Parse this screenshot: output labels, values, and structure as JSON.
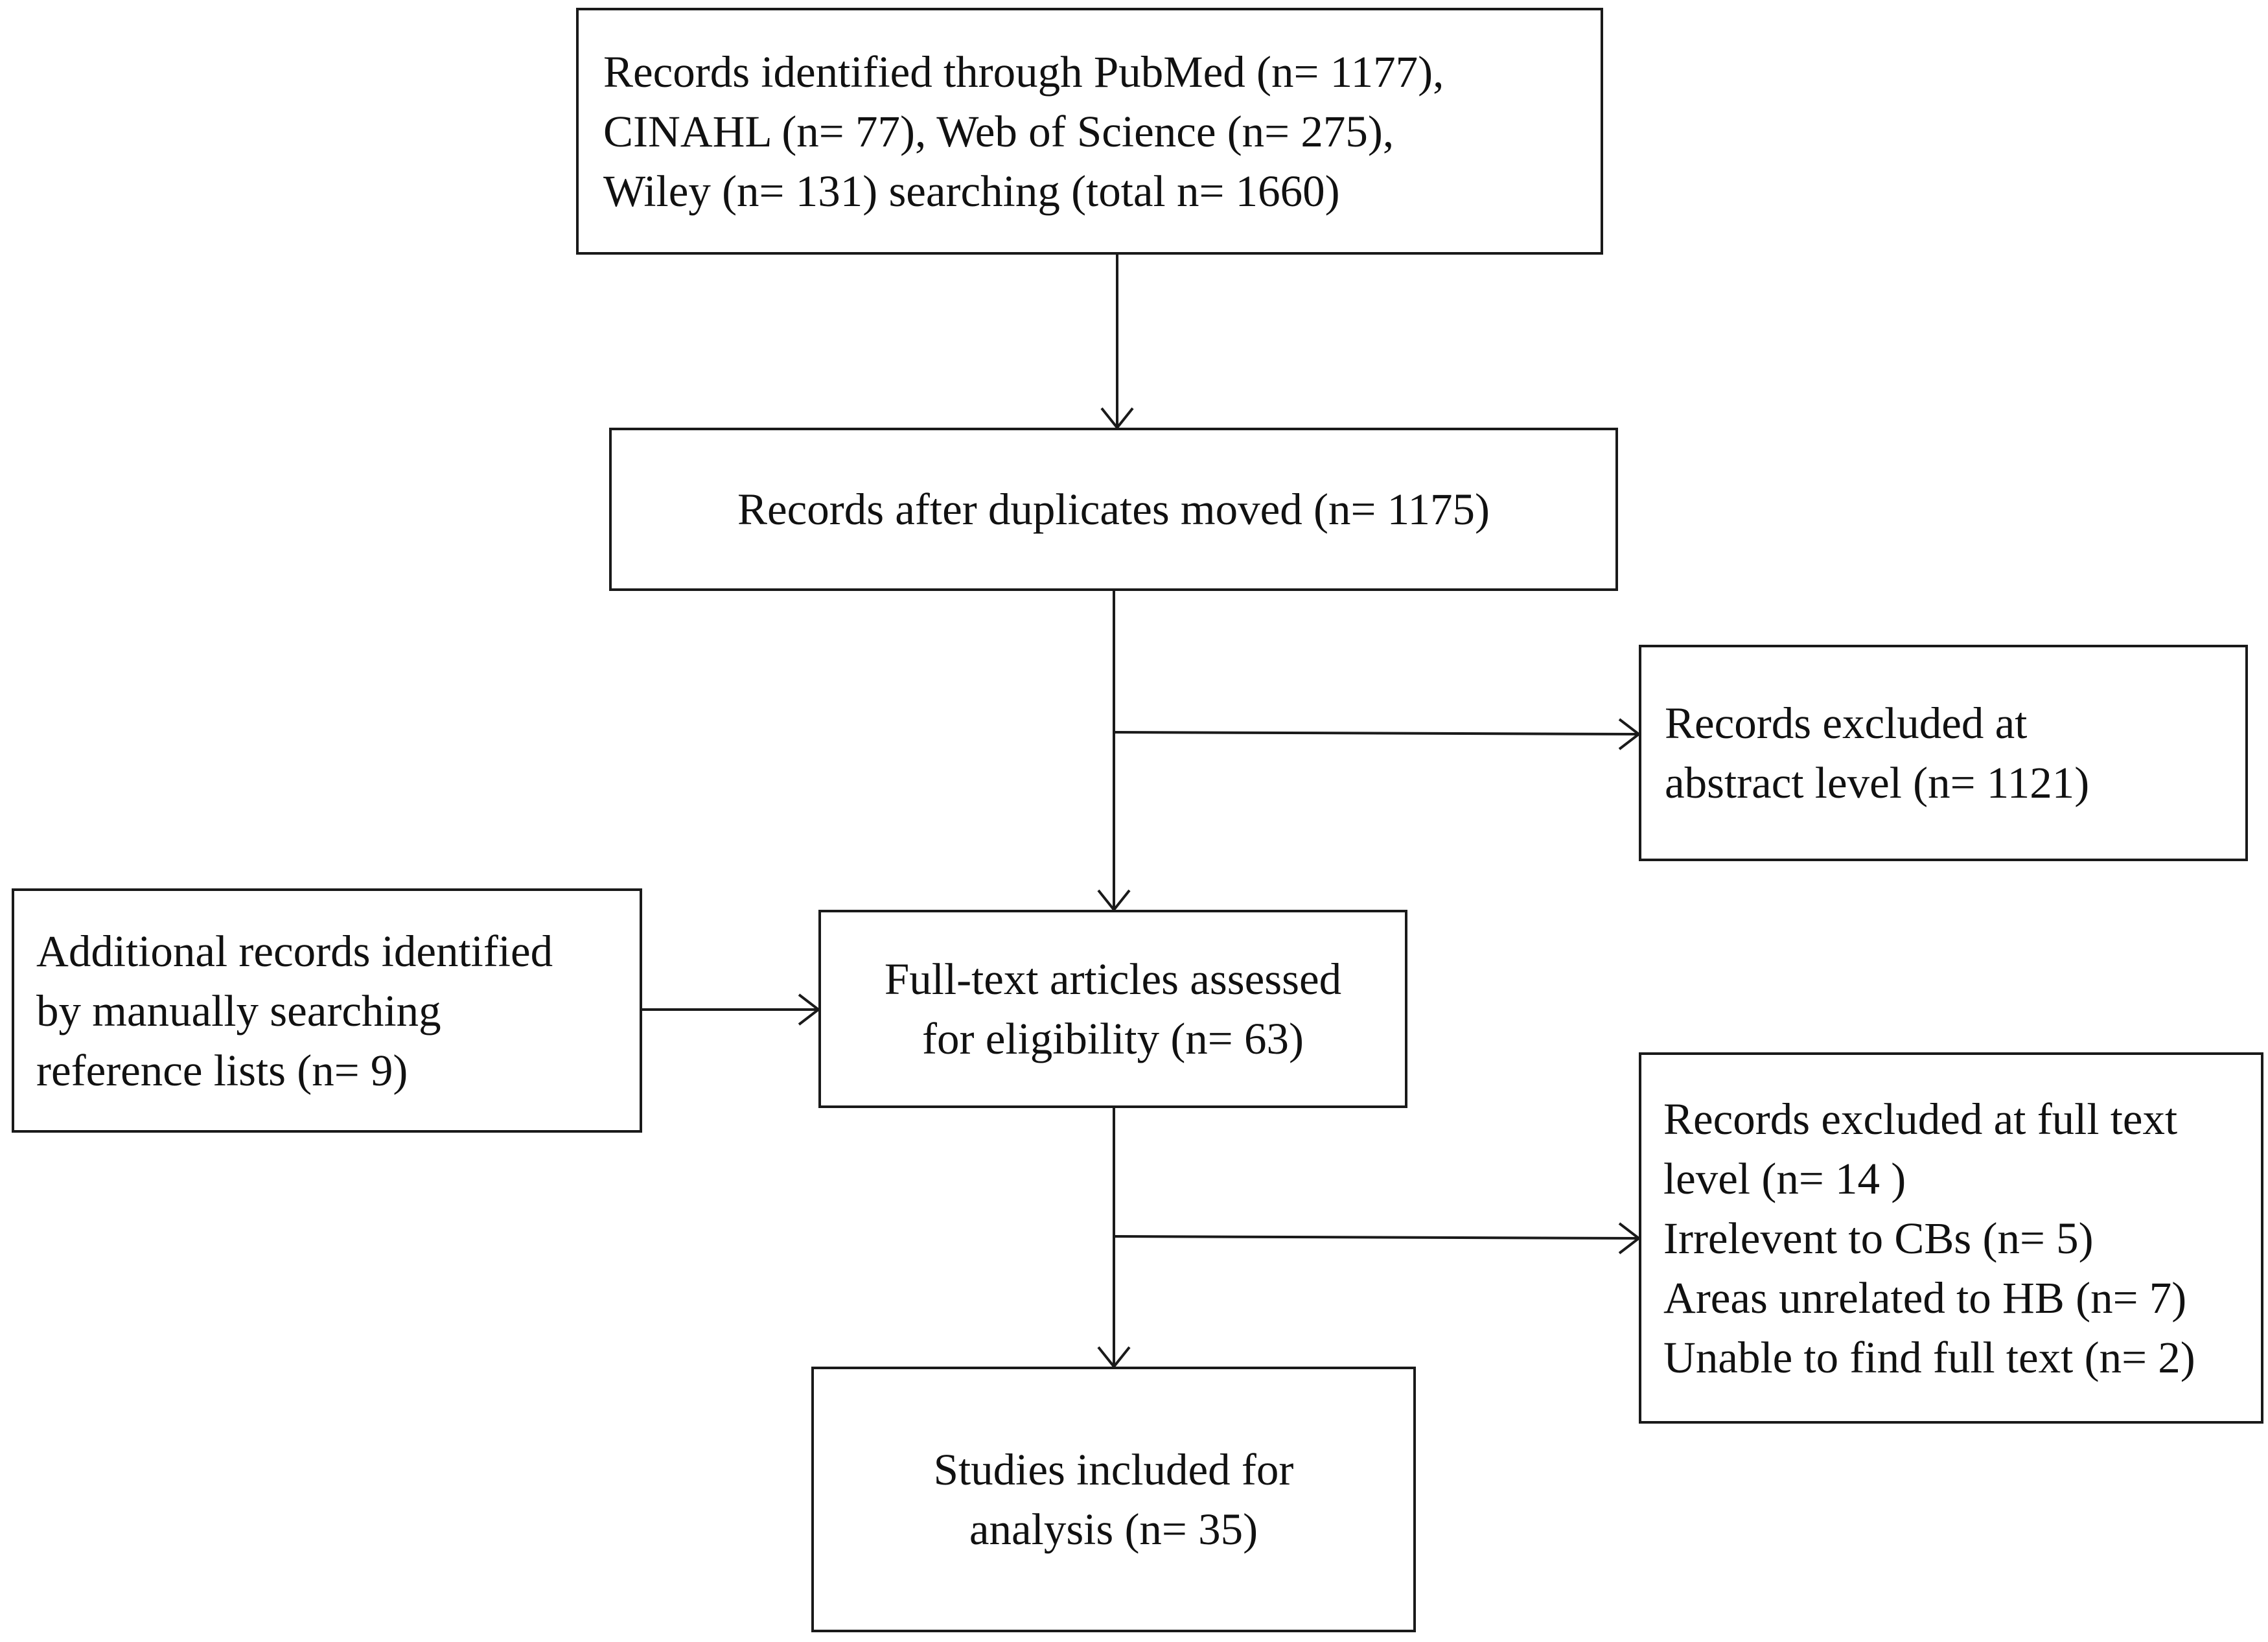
{
  "boxes": {
    "identification": {
      "lines": [
        "Records identified through PubMed (n= 1177),",
        "CINAHL (n= 77), Web of Science (n= 275),",
        "Wiley (n= 131) searching (total n= 1660)"
      ]
    },
    "after_duplicates": {
      "lines": [
        "Records after duplicates moved (n= 1175)"
      ]
    },
    "excluded_abstract": {
      "lines": [
        "Records excluded at",
        "abstract level (n= 1121)"
      ]
    },
    "additional_records": {
      "lines": [
        "Additional records identified",
        "by manually searching",
        "reference lists (n= 9)"
      ]
    },
    "full_text": {
      "lines": [
        "Full-text articles assessed",
        "for eligibility (n= 63)"
      ]
    },
    "excluded_full_text": {
      "lines": [
        "Records excluded at full text",
        "level (n= 14 )",
        "Irrelevent to CBs (n= 5)",
        "Areas unrelated to HB (n= 7)",
        "Unable to find full text (n= 2)"
      ]
    },
    "included": {
      "lines": [
        "Studies included for",
        "analysis (n= 35)"
      ]
    }
  },
  "colors": {
    "stroke": "#1a1a1a",
    "text": "#111111",
    "background": "#ffffff"
  }
}
